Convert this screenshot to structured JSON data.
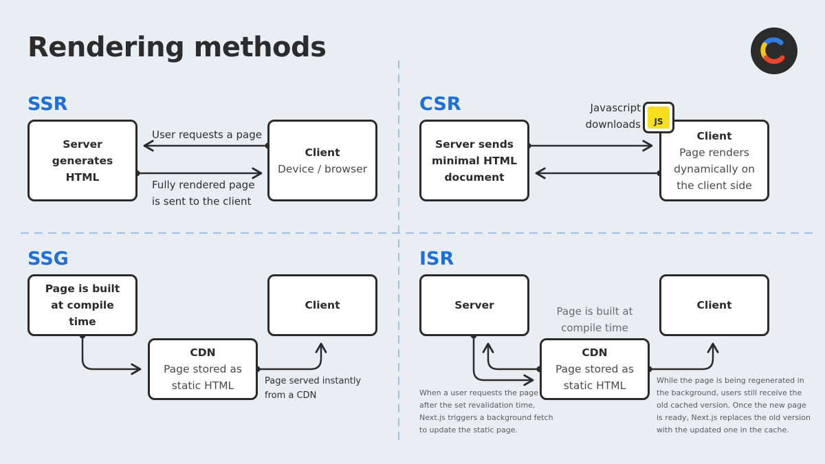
{
  "title": "Rendering methods",
  "ssr": {
    "heading": "SSR",
    "server_label": "Server generates HTML",
    "client_title": "Client",
    "client_sub": "Device / browser",
    "request_label": "User requests a page",
    "response_label": "Fully rendered page is sent to the client"
  },
  "csr": {
    "heading": "CSR",
    "server_label": "Server sends minimal HTML document",
    "client_title": "Client",
    "client_sub": "Page renders dynamically on the client side",
    "js_label": "Javascript downloads",
    "js_badge": "JS"
  },
  "ssg": {
    "heading": "SSG",
    "build_label": "Page is built at compile time",
    "client_title": "Client",
    "cdn_title": "CDN",
    "cdn_sub": "Page stored as static HTML",
    "served_label": "Page served instantly from a CDN"
  },
  "isr": {
    "heading": "ISR",
    "server_title": "Server",
    "build_label": "Page is built at compile time",
    "client_title": "Client",
    "cdn_title": "CDN",
    "cdn_sub": "Page stored as static HTML",
    "note_left": "When a user requests the page after the set revalidation time, Next.js triggers a background fetch to update the static page.",
    "note_right": "While the page is being regenerated in the background, users still receive the old cached version. Once the new page is ready, Next.js replaces the old version with the updated one in the cache."
  },
  "colors": {
    "background": "#e9eef2",
    "heading_blue": "#1e6fd9",
    "divider": "#9cc2ec",
    "js_yellow": "#f7df1e"
  }
}
